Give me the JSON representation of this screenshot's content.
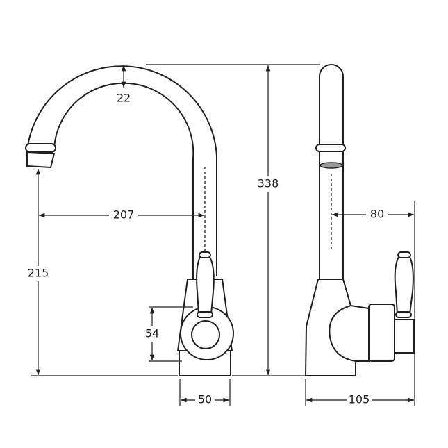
{
  "dimensions": {
    "spout_diameter": "22",
    "spout_reach": "207",
    "spout_outlet_height": "215",
    "handle_hub_diameter": "54",
    "base_width_front": "50",
    "overall_height": "338",
    "lever_offset_side": "80",
    "base_depth_side": "105"
  },
  "colors": {
    "line": "#231f20",
    "aerator_fill": "#9a9a9a"
  }
}
